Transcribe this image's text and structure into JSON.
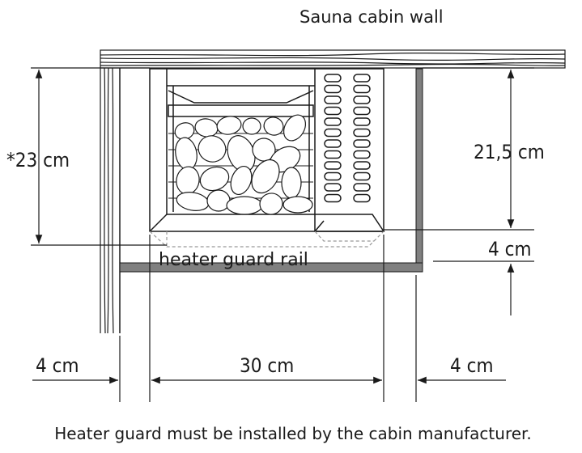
{
  "title": "Sauna cabin wall",
  "labels": {
    "height_total": "*23 cm",
    "height_upper": "21,5 cm",
    "gap_bottom": "4 cm",
    "rail": "heater guard rail",
    "left_gap": "4 cm",
    "heater_width": "30 cm",
    "right_gap": "4 cm"
  },
  "caption": "Heater guard must be installed by the cabin manufacturer.",
  "colors": {
    "line": "#1a1a1a",
    "guard": "#808080",
    "dashed": "#999999"
  }
}
